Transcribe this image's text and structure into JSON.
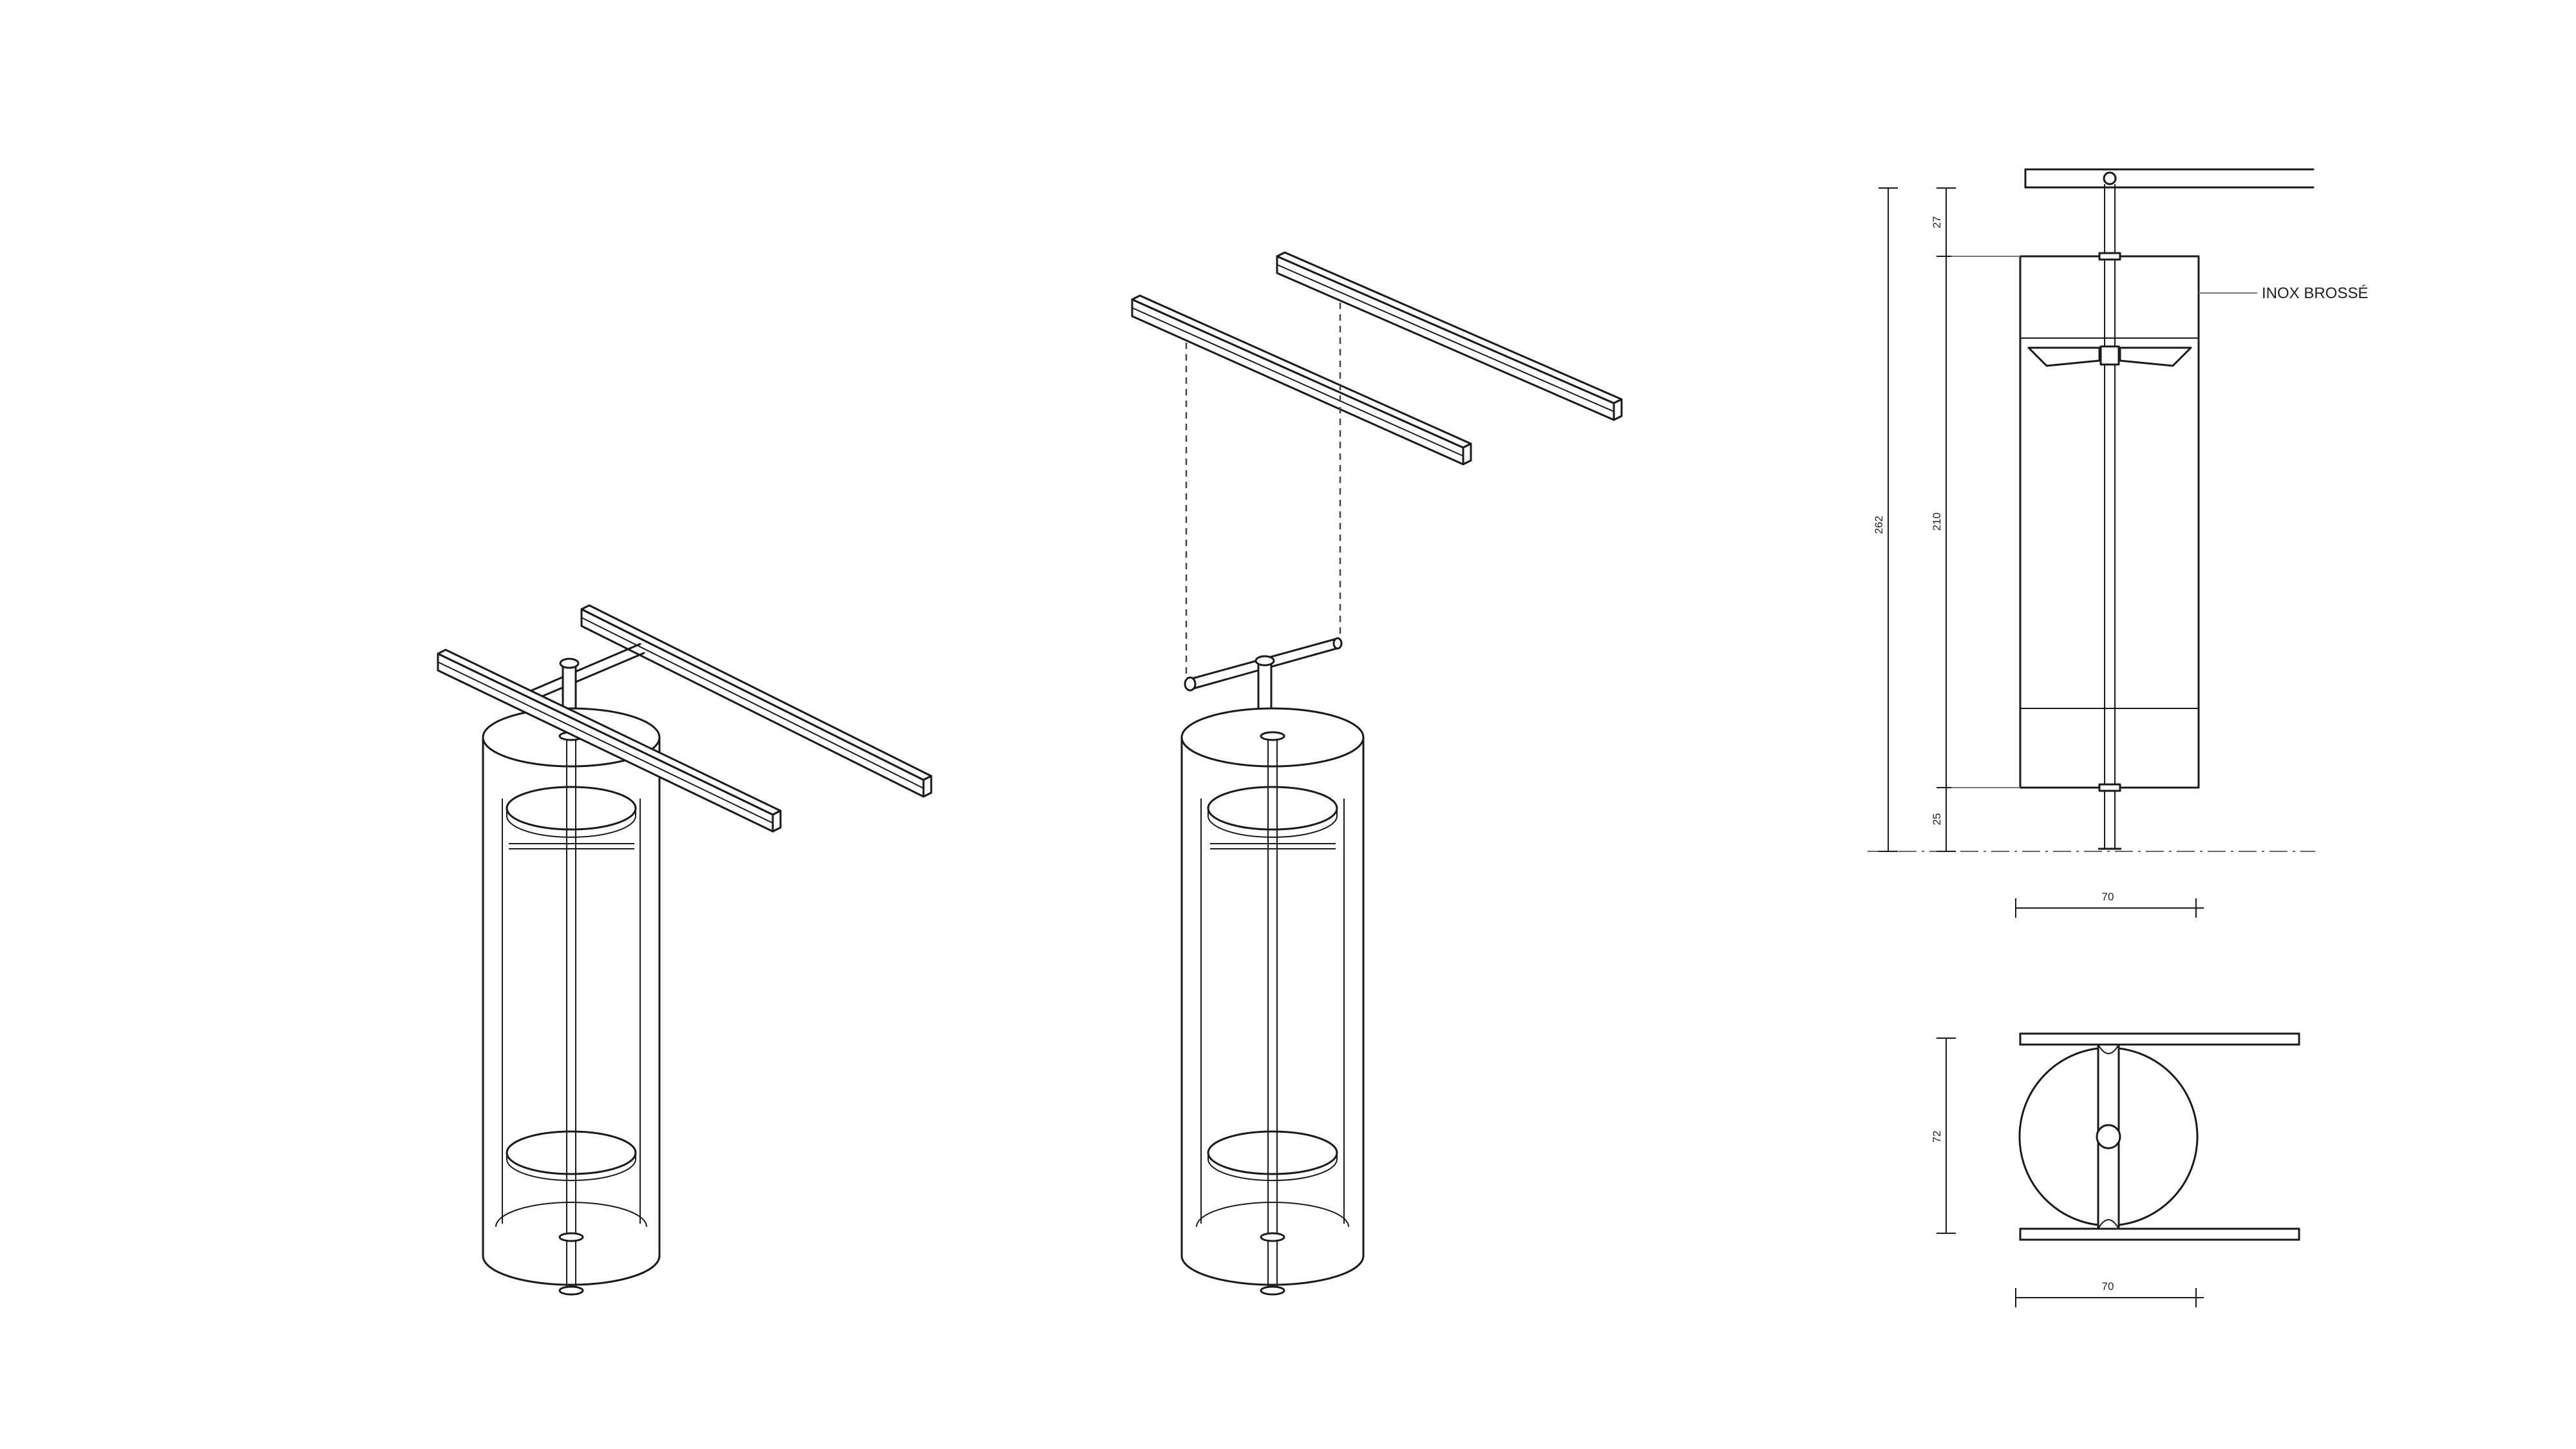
{
  "annotations": {
    "material_label": "INOX BROSSÉ"
  },
  "dimensions": {
    "total_height": "262",
    "top_gap": "27",
    "body_height": "210",
    "bottom_gap": "25",
    "elevation_width": "70",
    "plan_depth": "72",
    "plan_width": "70"
  }
}
